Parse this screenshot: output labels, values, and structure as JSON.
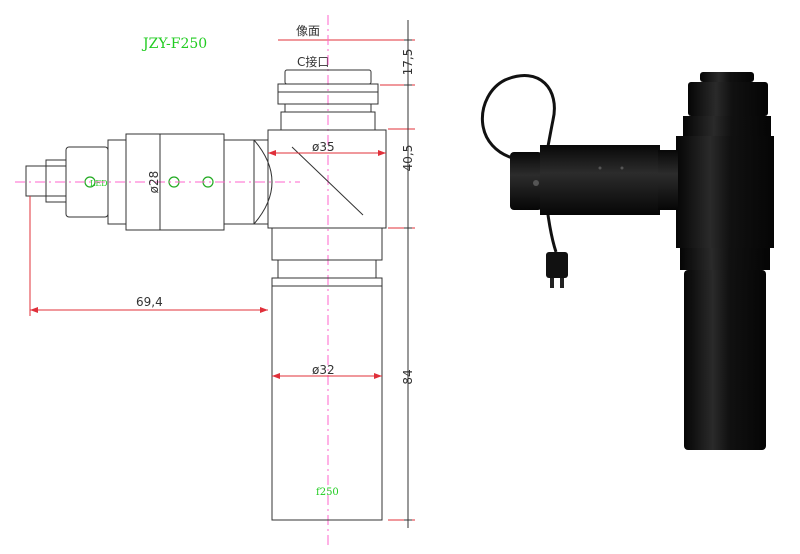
{
  "drawing": {
    "model": "JZY-F250",
    "label_image_plane": "像面",
    "label_c_mount": "C接口",
    "label_led": "LED",
    "label_focal": "f250",
    "dimensions": {
      "dim_17_5": "17,5",
      "dim_40_5": "40,5",
      "dim_84": "84",
      "dim_69_4": "69,4",
      "dia_35": "ø35",
      "dia_28": "ø28",
      "dia_32": "ø32"
    }
  },
  "colors": {
    "outline": "#333333",
    "dimension_red": "#e0303a",
    "centerline_pink": "#ff66cc",
    "label_green": "#22cc22",
    "product_black": "#111111"
  }
}
